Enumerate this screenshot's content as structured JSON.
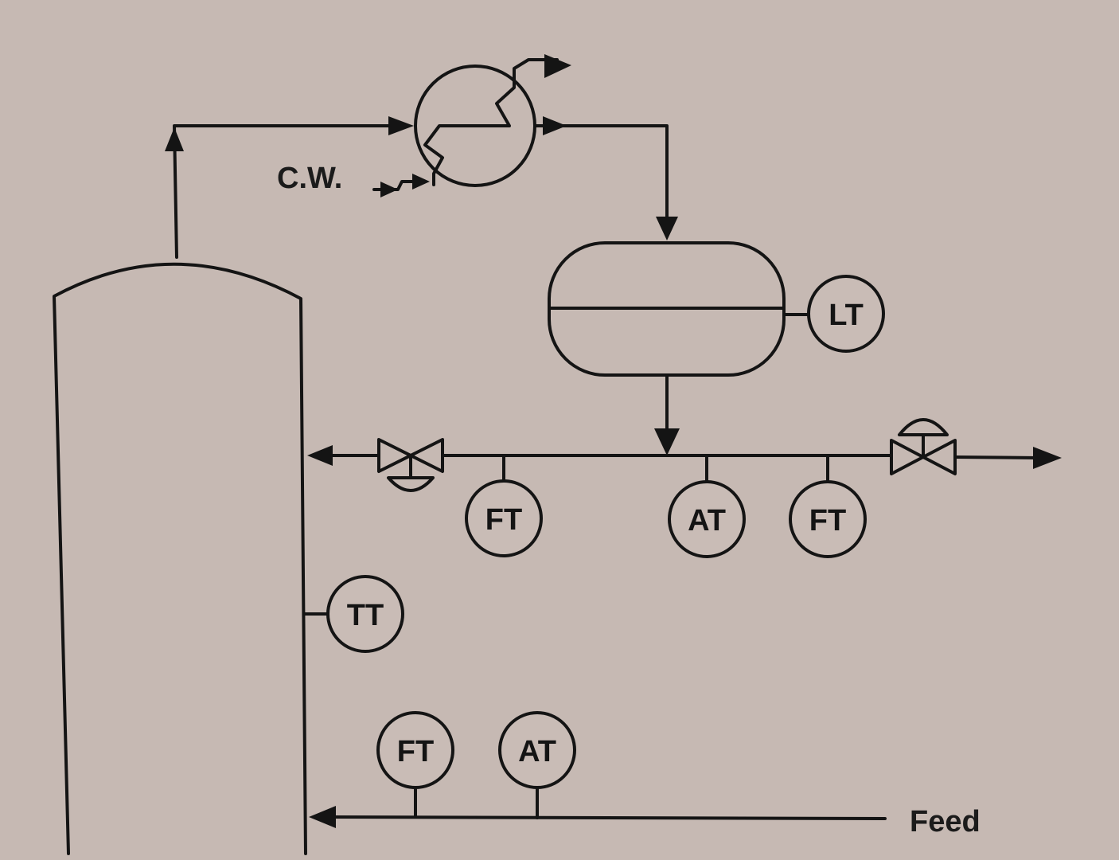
{
  "diagram": {
    "labels": {
      "cooling_water": "C.W.",
      "feed": "Feed"
    },
    "instruments": {
      "level_transmitter": "LT",
      "reflux_flow_transmitter": "FT",
      "distillate_analyzer": "AT",
      "distillate_flow_transmitter": "FT",
      "column_temperature": "TT",
      "feed_flow_transmitter": "FT",
      "feed_analyzer": "AT"
    }
  }
}
